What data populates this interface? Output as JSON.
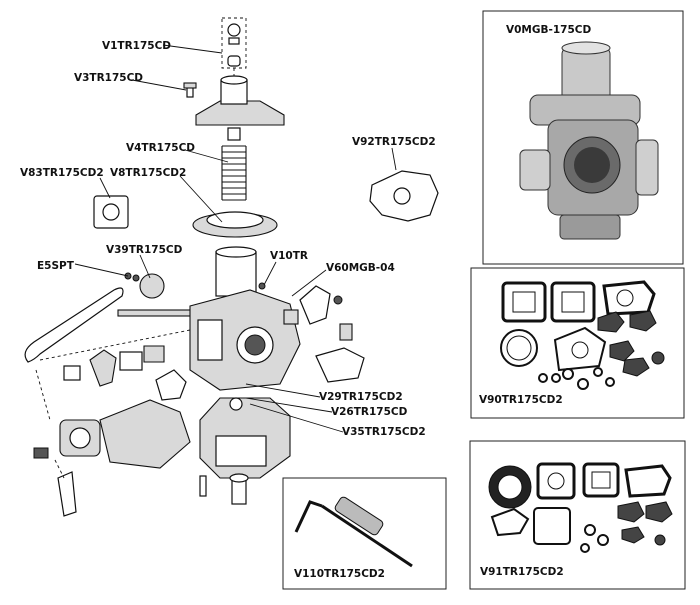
{
  "labels": {
    "v1": "V1TR175CD",
    "v3": "V3TR175CD",
    "v4": "V4TR175CD",
    "v8": "V8TR175CD2",
    "v83": "V83TR175CD2",
    "v39": "V39TR175CD",
    "e5spt": "E5SPT",
    "v10tr": "V10TR",
    "v60": "V60MGB-04",
    "v92": "V92TR175CD2",
    "v29": "V29TR175CD2",
    "v26": "V26TR175CD",
    "v35": "V35TR175CD2"
  },
  "panels": {
    "carb": "V0MGB-175CD",
    "kit90": "V90TR175CD2",
    "kit91": "V91TR175CD2",
    "tool": "V110TR175CD2"
  }
}
